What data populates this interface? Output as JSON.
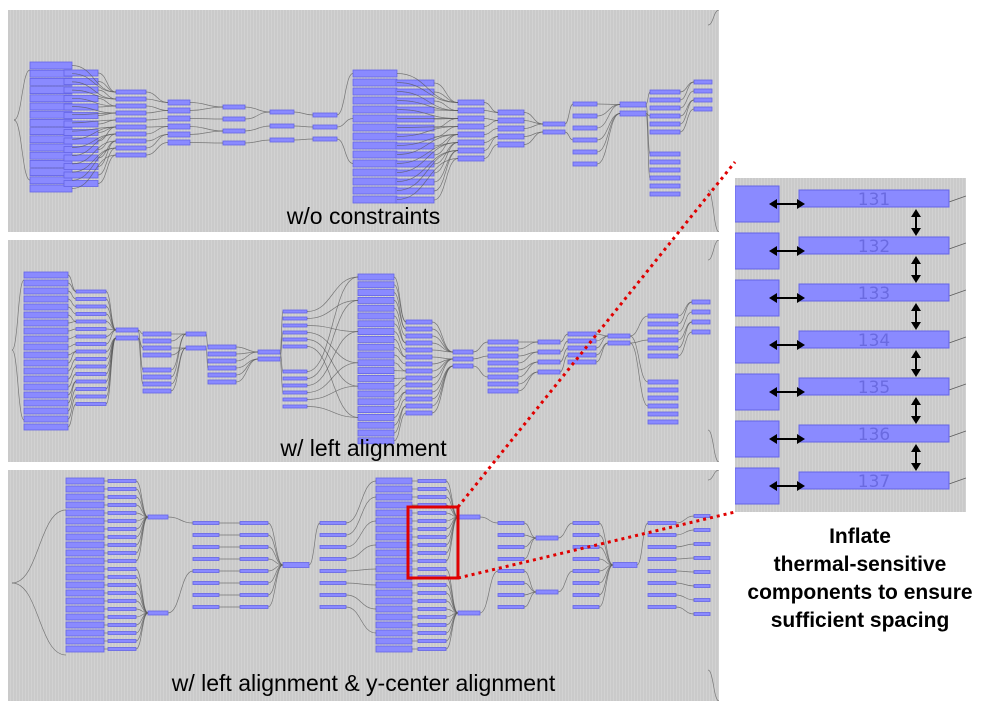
{
  "panels": [
    {
      "caption": "w/o constraints"
    },
    {
      "caption": "w/ left alignment"
    },
    {
      "caption": "w/ left alignment & y-center alignment"
    }
  ],
  "zoom": {
    "labels": [
      "131",
      "132",
      "133",
      "134",
      "135",
      "136",
      "137"
    ]
  },
  "annotation": {
    "lines": [
      "Inflate",
      "thermal-sensitive",
      "components to ensure",
      "sufficient spacing"
    ]
  },
  "colors": {
    "panel_bg": "#d2d2d2",
    "component": "#8a8aff",
    "component_edge": "#6464e6",
    "wire": "#5a5a5a",
    "highlight": "#e00000",
    "arrow": "#000000"
  }
}
